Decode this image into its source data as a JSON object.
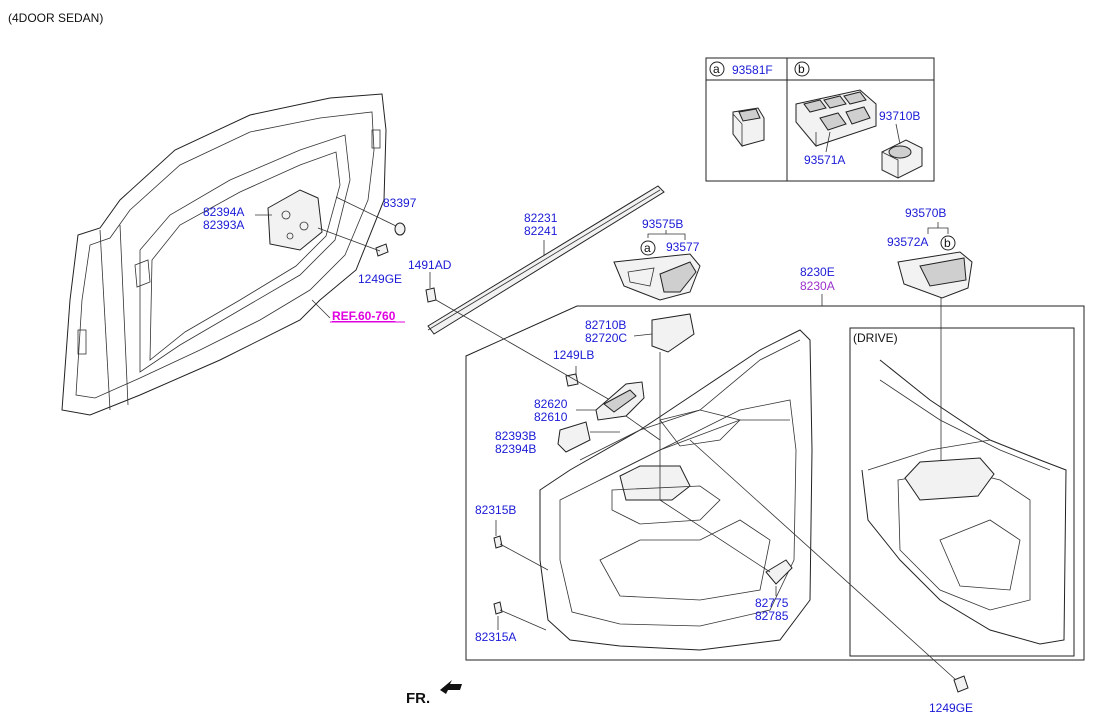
{
  "header": {
    "variant": "(4DOOR SEDAN)"
  },
  "callouts": {
    "a": "a",
    "b": "b"
  },
  "legend_box": {
    "a_part": "93581F",
    "b_part": "93571A",
    "b_part_2": "93710B"
  },
  "labels": {
    "p82394A": "82394A",
    "p82393A": "82393A",
    "p83397": "83397",
    "p1249GE_top": "1249GE",
    "ref": "REF.60-760",
    "p82231": "82231",
    "p82241": "82241",
    "p1491AD": "1491AD",
    "p93575B": "93575B",
    "p93577": "93577",
    "p93570B": "93570B",
    "p93572A": "93572A",
    "p8230E": "8230E",
    "p8230A": "8230A",
    "p82710B": "82710B",
    "p82720C": "82720C",
    "p1249LB": "1249LB",
    "p82620": "82620",
    "p82610": "82610",
    "p82393B": "82393B",
    "p82394B": "82394B",
    "p82315B": "82315B",
    "p82315A": "82315A",
    "p82775": "82775",
    "p82785": "82785",
    "p1249GE_bottom": "1249GE",
    "drive": "(DRIVE)",
    "fr": "FR."
  },
  "colors": {
    "part_number": "#1a1ad6",
    "reference": "#e000e0",
    "alt_part": "#9b30c8"
  }
}
